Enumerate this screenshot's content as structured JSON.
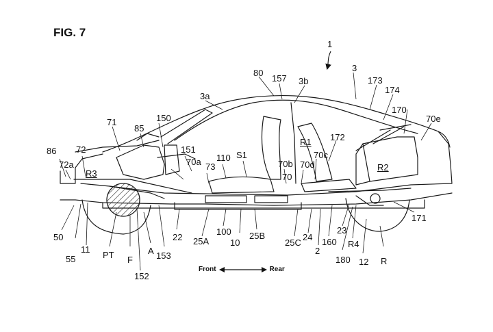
{
  "figure": {
    "title": "FIG. 7",
    "direction": {
      "front": "Front",
      "rear": "Rear"
    }
  },
  "labels": {
    "l1": "1",
    "l3": "3",
    "l3a": "3a",
    "l3b": "3b",
    "l80": "80",
    "l157": "157",
    "l173": "173",
    "l174": "174",
    "l170": "170",
    "l70e": "70e",
    "l71": "71",
    "l85": "85",
    "l150": "150",
    "l151": "151",
    "l110": "110",
    "lS1": "S1",
    "lR1": "R1",
    "l172": "172",
    "l70c": "70c",
    "lR2": "R2",
    "l86": "86",
    "l72": "72",
    "l72a": "72a",
    "lR3": "R3",
    "l70a": "70a",
    "l73": "73",
    "l70b": "70b",
    "l70d": "70d",
    "l70": "70",
    "l50": "50",
    "l55": "55",
    "l11": "11",
    "lPT": "PT",
    "lF": "F",
    "lA": "A",
    "l153": "153",
    "l152": "152",
    "l22": "22",
    "l25A": "25A",
    "l100": "100",
    "l10": "10",
    "l25B": "25B",
    "l25C": "25C",
    "l24": "24",
    "l2": "2",
    "l160": "160",
    "l23": "23",
    "lR4": "R4",
    "l180": "180",
    "l12": "12",
    "lR": "R",
    "l171": "171"
  },
  "colors": {
    "line": "#1a1a1a",
    "hatch": "#333333",
    "background": "#ffffff"
  }
}
